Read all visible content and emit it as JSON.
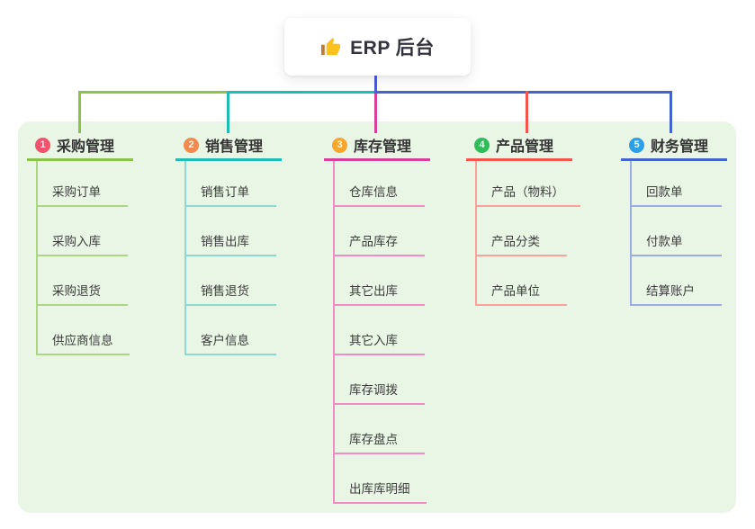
{
  "root": {
    "icon": "thumbs-up-icon",
    "label": "ERP 后台"
  },
  "branches": [
    {
      "num": "1",
      "label": "采购管理",
      "color": {
        "main": "#8BC34A",
        "light": "#AED581",
        "badge": "#F4516C"
      },
      "children": [
        "采购订单",
        "采购入库",
        "采购退货",
        "供应商信息"
      ]
    },
    {
      "num": "2",
      "label": "销售管理",
      "color": {
        "main": "#1FBCB5",
        "light": "#8ED8D2",
        "badge": "#F2894E"
      },
      "children": [
        "销售订单",
        "销售出库",
        "销售退货",
        "客户信息"
      ]
    },
    {
      "num": "3",
      "label": "库存管理",
      "color": {
        "main": "#D6409B",
        "light": "#EF8CC4",
        "badge": "#F7A62A"
      },
      "children": [
        "仓库信息",
        "产品库存",
        "其它出库",
        "其它入库",
        "库存调拨",
        "库存盘点",
        "出库库明细"
      ]
    },
    {
      "num": "4",
      "label": "产品管理",
      "color": {
        "main": "#F4544E",
        "light": "#F9A19B",
        "badge": "#2EBD59"
      },
      "children": [
        "产品（物料）",
        "产品分类",
        "产品单位"
      ]
    },
    {
      "num": "5",
      "label": "财务管理",
      "color": {
        "main": "#4365CB",
        "light": "#9BACE2",
        "badge": "#2BA0E8"
      },
      "children": [
        "回款单",
        "付款单",
        "结算账户"
      ]
    }
  ],
  "colors": {
    "root_stem": "#4C5BD4",
    "panel_bg": "#E9F6E5",
    "icon_yellow": "#FCC21B",
    "icon_cuff": "#C17A3A"
  }
}
